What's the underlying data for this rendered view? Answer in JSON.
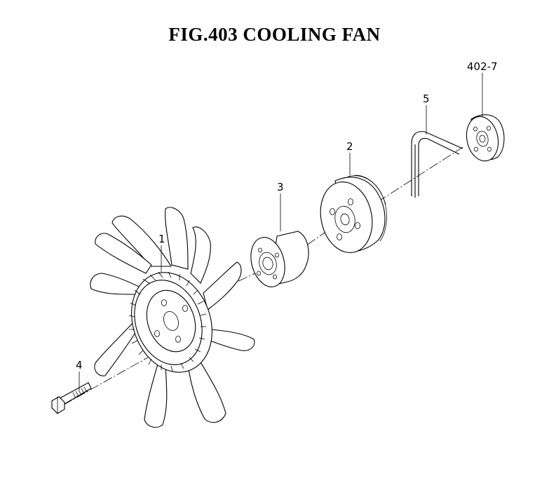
{
  "figure": {
    "title": "FIG.403  COOLING FAN"
  },
  "callouts": [
    {
      "id": "1",
      "text": "1"
    },
    {
      "id": "2",
      "text": "2"
    },
    {
      "id": "3",
      "text": "3"
    },
    {
      "id": "4",
      "text": "4"
    },
    {
      "id": "5",
      "text": "5"
    },
    {
      "id": "402-7",
      "text": "402-7"
    }
  ]
}
